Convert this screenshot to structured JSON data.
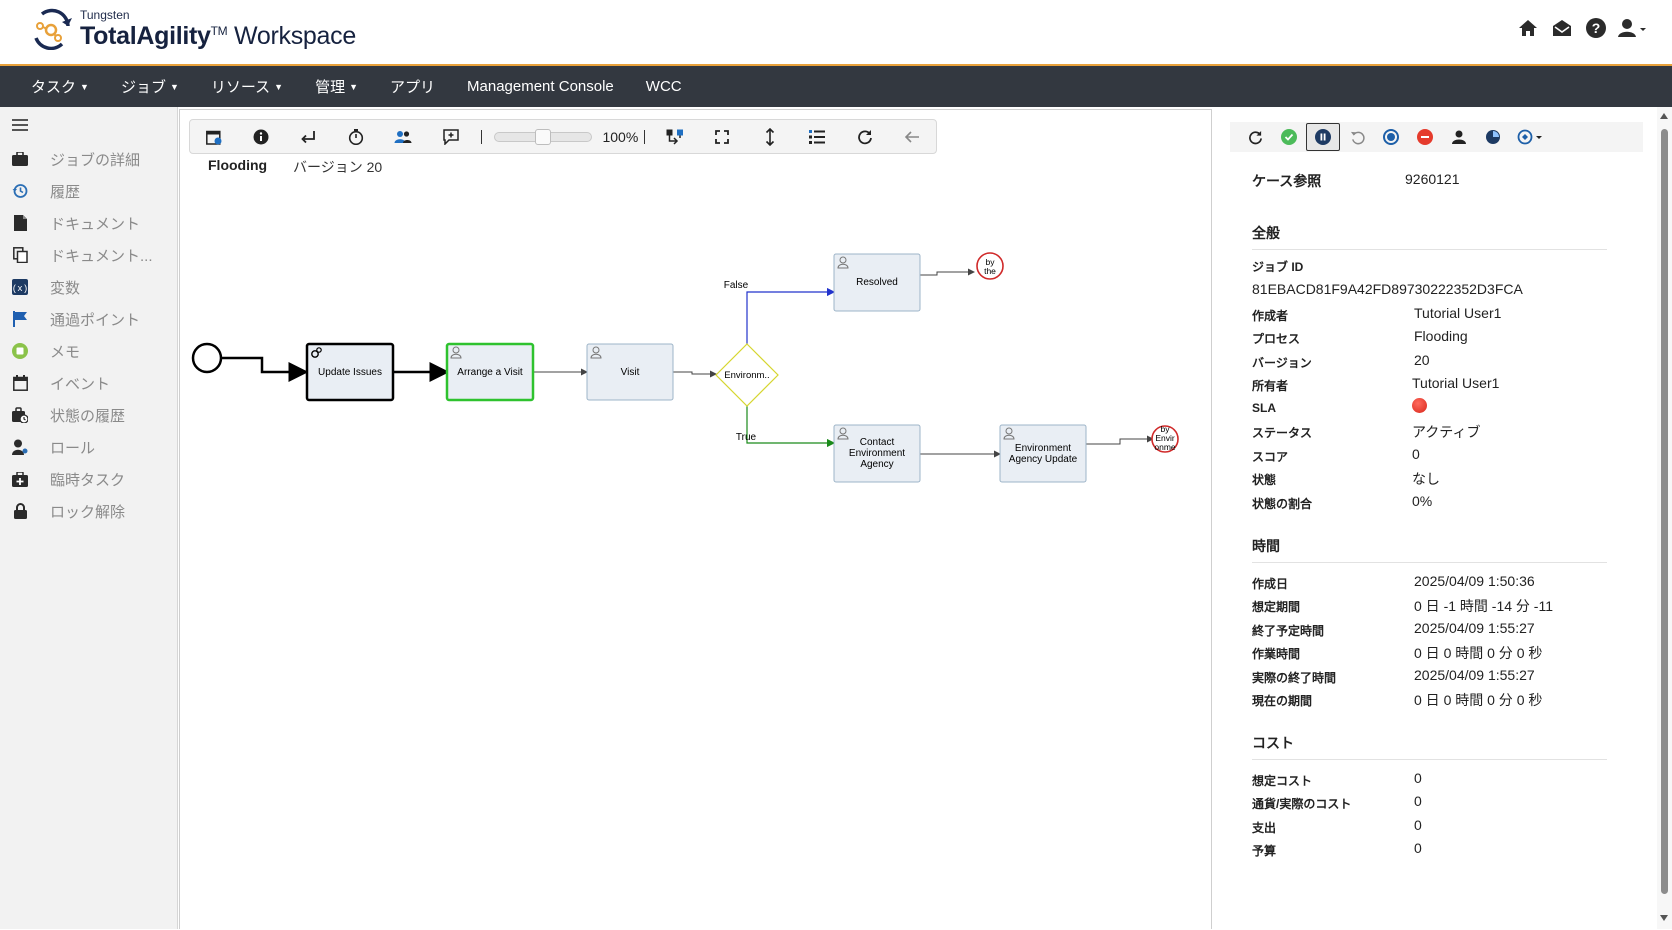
{
  "brand": {
    "small": "Tungsten",
    "main": "TotalAgility",
    "tm": "TM",
    "workspace": "Workspace"
  },
  "header_icons": [
    "home-icon",
    "inbox-icon",
    "help-icon",
    "user-icon"
  ],
  "nav": [
    {
      "label": "タスク",
      "dropdown": true
    },
    {
      "label": "ジョブ",
      "dropdown": true
    },
    {
      "label": "リソース",
      "dropdown": true
    },
    {
      "label": "管理",
      "dropdown": true
    },
    {
      "label": "アプリ",
      "dropdown": false
    },
    {
      "label": "Management Console",
      "dropdown": false
    },
    {
      "label": "WCC",
      "dropdown": false
    }
  ],
  "sidebar": {
    "items": [
      {
        "label": "ジョブの詳細",
        "icon": "briefcase-icon"
      },
      {
        "label": "履歴",
        "icon": "history-icon"
      },
      {
        "label": "ドキュメント",
        "icon": "document-icon"
      },
      {
        "label": "ドキュメント...",
        "icon": "documents-icon"
      },
      {
        "label": "変数",
        "icon": "variables-icon"
      },
      {
        "label": "通過ポイント",
        "icon": "flag-icon"
      },
      {
        "label": "メモ",
        "icon": "note-icon"
      },
      {
        "label": "イベント",
        "icon": "calendar-icon"
      },
      {
        "label": "状態の履歴",
        "icon": "state-history-icon"
      },
      {
        "label": "ロール",
        "icon": "role-icon"
      },
      {
        "label": "臨時タスク",
        "icon": "adhoc-task-icon"
      },
      {
        "label": "ロック解除",
        "icon": "lock-icon"
      }
    ]
  },
  "map": {
    "zoom": "100%",
    "process_name": "Flooding",
    "version_label": "バージョン 20",
    "nodes": {
      "update_issues": "Update Issues",
      "arrange_visit": "Arrange a Visit",
      "visit": "Visit",
      "decision": "Environm..",
      "resolved": "Resolved",
      "contact_1": "Contact",
      "contact_2": "Environment",
      "contact_3": "Agency",
      "env_update_1": "Environment",
      "env_update_2": "Agency Update",
      "end_top_1": "by",
      "end_top_2": "the",
      "end_bottom_1": "by",
      "end_bottom_2": "Envir",
      "end_bottom_3": "onme"
    },
    "edges": {
      "false_label": "False",
      "true_label": "True"
    }
  },
  "details": {
    "case_ref_label": "ケース参照",
    "case_ref_value": "9260121",
    "general": {
      "heading": "全般",
      "job_id_label": "ジョブ ID",
      "job_id_value": "81EBACD81F9A42FD89730222352D3FCA",
      "rows": [
        {
          "label": "作成者",
          "value": "Tutorial User1"
        },
        {
          "label": "プロセス",
          "value": "Flooding"
        },
        {
          "label": "バージョン",
          "value": "20"
        },
        {
          "label": "所有者",
          "value": "Tutorial User1"
        },
        {
          "label": "SLA",
          "value": ""
        },
        {
          "label": "ステータス",
          "value": "アクティブ"
        },
        {
          "label": "スコア",
          "value": "0"
        },
        {
          "label": "状態",
          "value": "なし"
        },
        {
          "label": "状態の割合",
          "value": "0%"
        }
      ]
    },
    "time": {
      "heading": "時間",
      "rows": [
        {
          "label": "作成日",
          "value": "2025/04/09 1:50:36"
        },
        {
          "label": "想定期間",
          "value": "0 日 -1 時間 -14 分 -11"
        },
        {
          "label": "終了予定時間",
          "value": "2025/04/09 1:55:27"
        },
        {
          "label": "作業時間",
          "value": "0 日 0 時間 0 分 0 秒"
        },
        {
          "label": "実際の終了時間",
          "value": "2025/04/09 1:55:27"
        },
        {
          "label": "現在の期間",
          "value": "0 日 0 時間 0 分 0 秒"
        }
      ]
    },
    "cost": {
      "heading": "コスト",
      "rows": [
        {
          "label": "想定コスト",
          "value": "0"
        },
        {
          "label": "通貨/実際のコスト",
          "value": "0"
        },
        {
          "label": "支出",
          "value": "0"
        },
        {
          "label": "予算",
          "value": "0"
        }
      ]
    },
    "sla_color": "#e53b2c"
  }
}
